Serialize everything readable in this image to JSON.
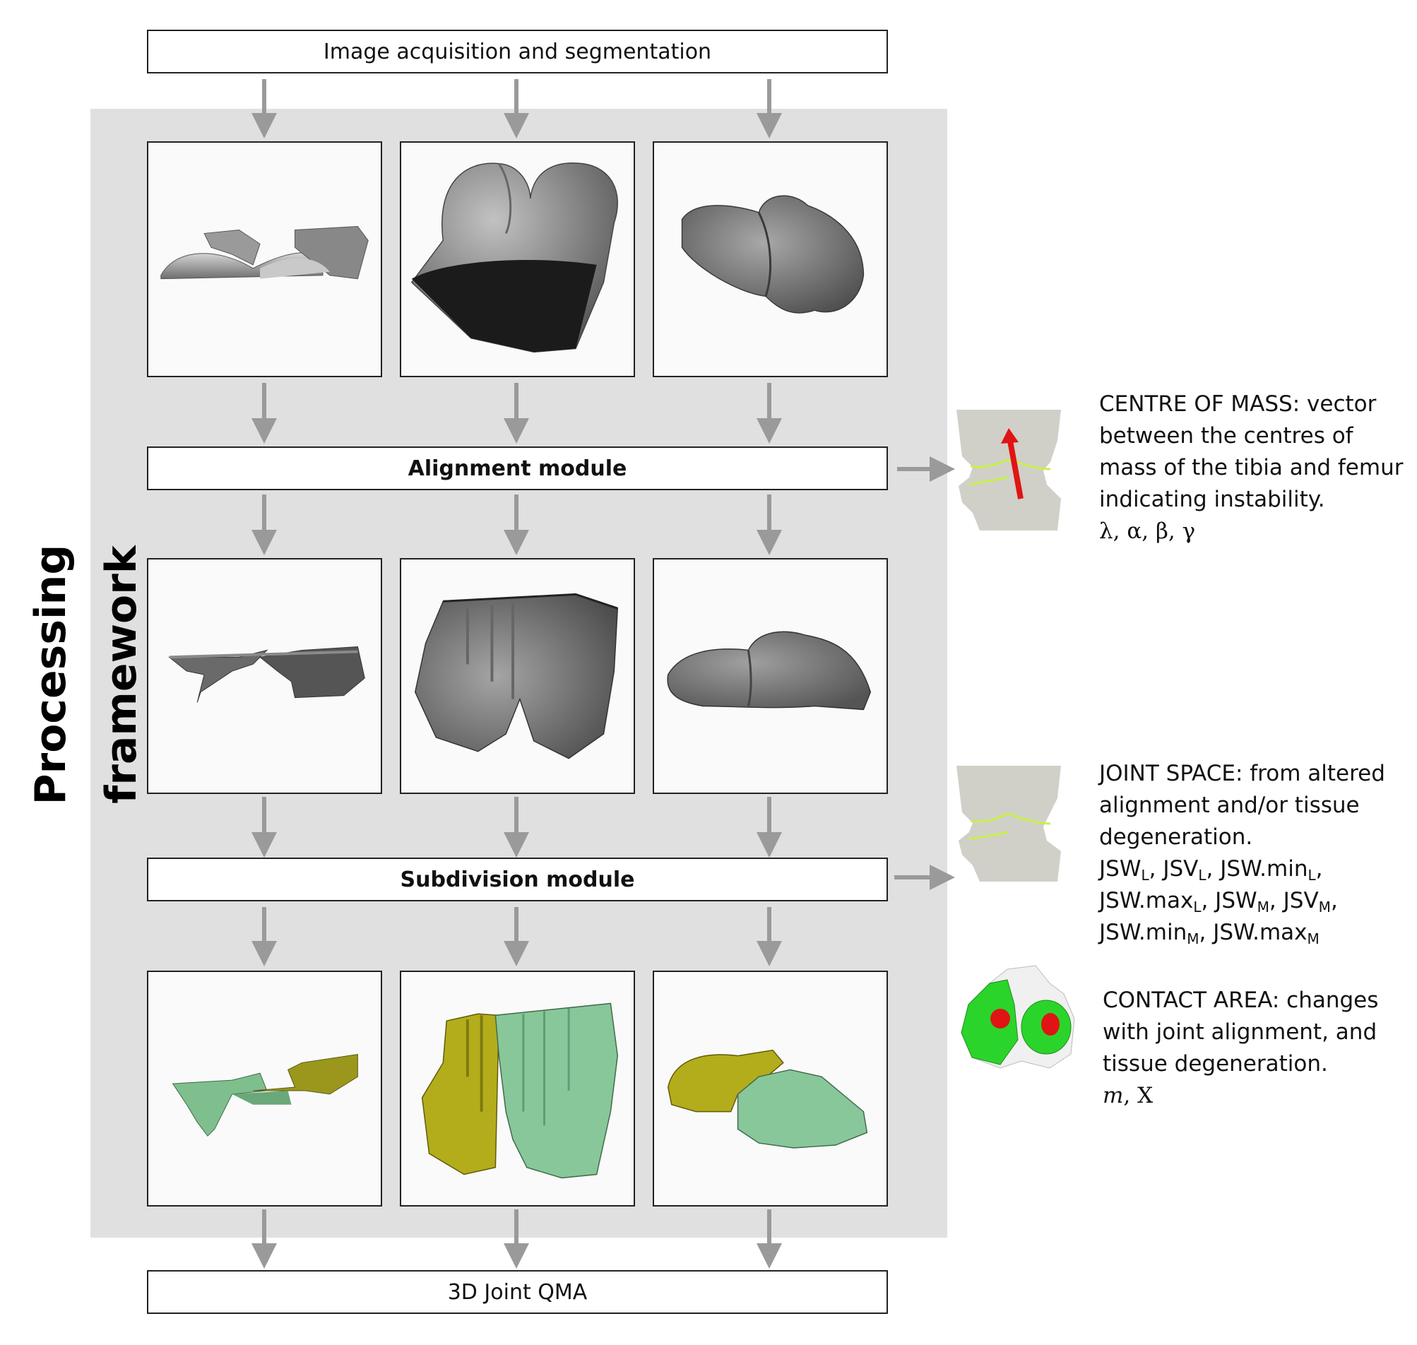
{
  "framework_label": "Processing framework",
  "steps": {
    "top": "Image acquisition and segmentation",
    "alignment": "Alignment module",
    "subdivision": "Subdivision module",
    "bottom": "3D Joint QMA"
  },
  "annotations": {
    "centre_of_mass": {
      "line1": "CENTRE OF MASS: vector",
      "line2": "between the centres of",
      "line3": "mass of the tibia and femur",
      "line4": "indicating instability.",
      "symbols": "λ, α, β, γ"
    },
    "joint_space": {
      "line1": "JOINT SPACE: from altered",
      "line2": "alignment and/or tissue",
      "line3": "degeneration.",
      "m1": "JSW",
      "s1": "L",
      "m2": ", JSV",
      "s2": "L",
      "m3": ", JSW.min",
      "s3": "L",
      "m4": ",",
      "m5": "JSW.max",
      "s5": "L",
      "m6": ", JSW",
      "s6": "M",
      "m7": ", JSV",
      "s7": "M",
      "m8": ",",
      "m9": "JSW.min",
      "s9": "M",
      "m10": ", JSW.max",
      "s10": "M"
    },
    "contact_area": {
      "line1": "CONTACT AREA: changes",
      "line2": "with joint alignment, and",
      "line3": "tissue degeneration.",
      "symbols_m": "m",
      "symbols_sep": ", ",
      "symbols_x": "X"
    }
  },
  "colors": {
    "arrow": "#9a9a9a",
    "background_panel": "#e1e0e0",
    "bone_grey": "#8c8c8c",
    "femur_yellow": "#b3ad1c",
    "tibia_green": "#88c79a",
    "joint_line": "#c8f04a",
    "vector_red": "#e01414",
    "contact_green": "#2bd42b"
  }
}
